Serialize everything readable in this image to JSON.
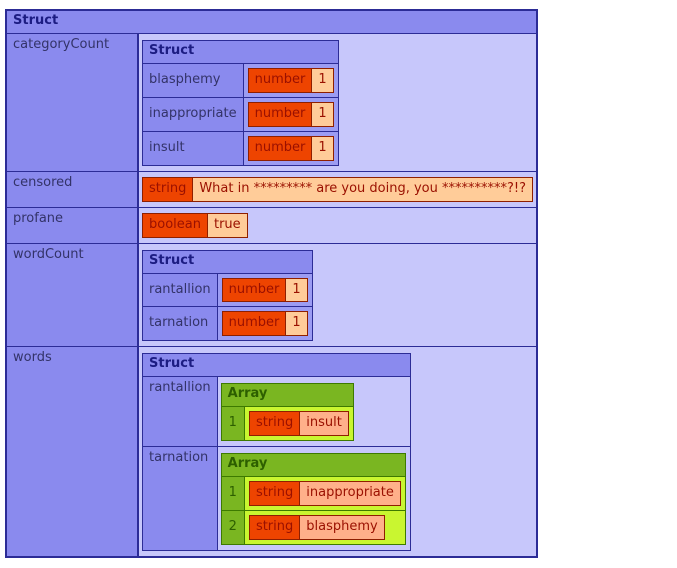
{
  "root": {
    "type_label": "Struct",
    "entries": [
      {
        "key": "categoryCount",
        "struct": {
          "type_label": "Struct",
          "entries": [
            {
              "key": "blasphemy",
              "type": "number",
              "value": "1"
            },
            {
              "key": "inappropriate",
              "type": "number",
              "value": "1"
            },
            {
              "key": "insult",
              "type": "number",
              "value": "1"
            }
          ]
        }
      },
      {
        "key": "censored",
        "type": "string",
        "value": "What in ********* are you doing, you **********?!?"
      },
      {
        "key": "profane",
        "type": "boolean",
        "value": "true"
      },
      {
        "key": "wordCount",
        "struct": {
          "type_label": "Struct",
          "entries": [
            {
              "key": "rantallion",
              "type": "number",
              "value": "1"
            },
            {
              "key": "tarnation",
              "type": "number",
              "value": "1"
            }
          ]
        }
      },
      {
        "key": "words",
        "struct": {
          "type_label": "Struct",
          "entries": [
            {
              "key": "rantallion",
              "array": {
                "type_label": "Array",
                "items": [
                  {
                    "index": "1",
                    "type": "string",
                    "value": "insult"
                  }
                ]
              }
            },
            {
              "key": "tarnation",
              "array": {
                "type_label": "Array",
                "items": [
                  {
                    "index": "1",
                    "type": "string",
                    "value": "inappropriate"
                  },
                  {
                    "index": "2",
                    "type": "string",
                    "value": "blasphemy"
                  }
                ]
              }
            }
          ]
        }
      }
    ]
  },
  "colors": {
    "header_bg": "#8a8aee",
    "header_text": "#1c1c82",
    "key_text": "#333368",
    "table_border": "#2c2c96",
    "value_cell_light": "#c7c7fb",
    "value_cell_purple": "#9c9cf3",
    "type_badge_bg": "#ee4400",
    "badge_text": "#9a1000",
    "badge_border": "#8e1f00",
    "value_peach": "#ffcc99",
    "value_salmon": "#ffb08a",
    "array_header_bg": "#7ab621",
    "array_header_text": "#2d5f00",
    "array_border": "#3d7a00",
    "array_row_bg": "#c9f630"
  }
}
